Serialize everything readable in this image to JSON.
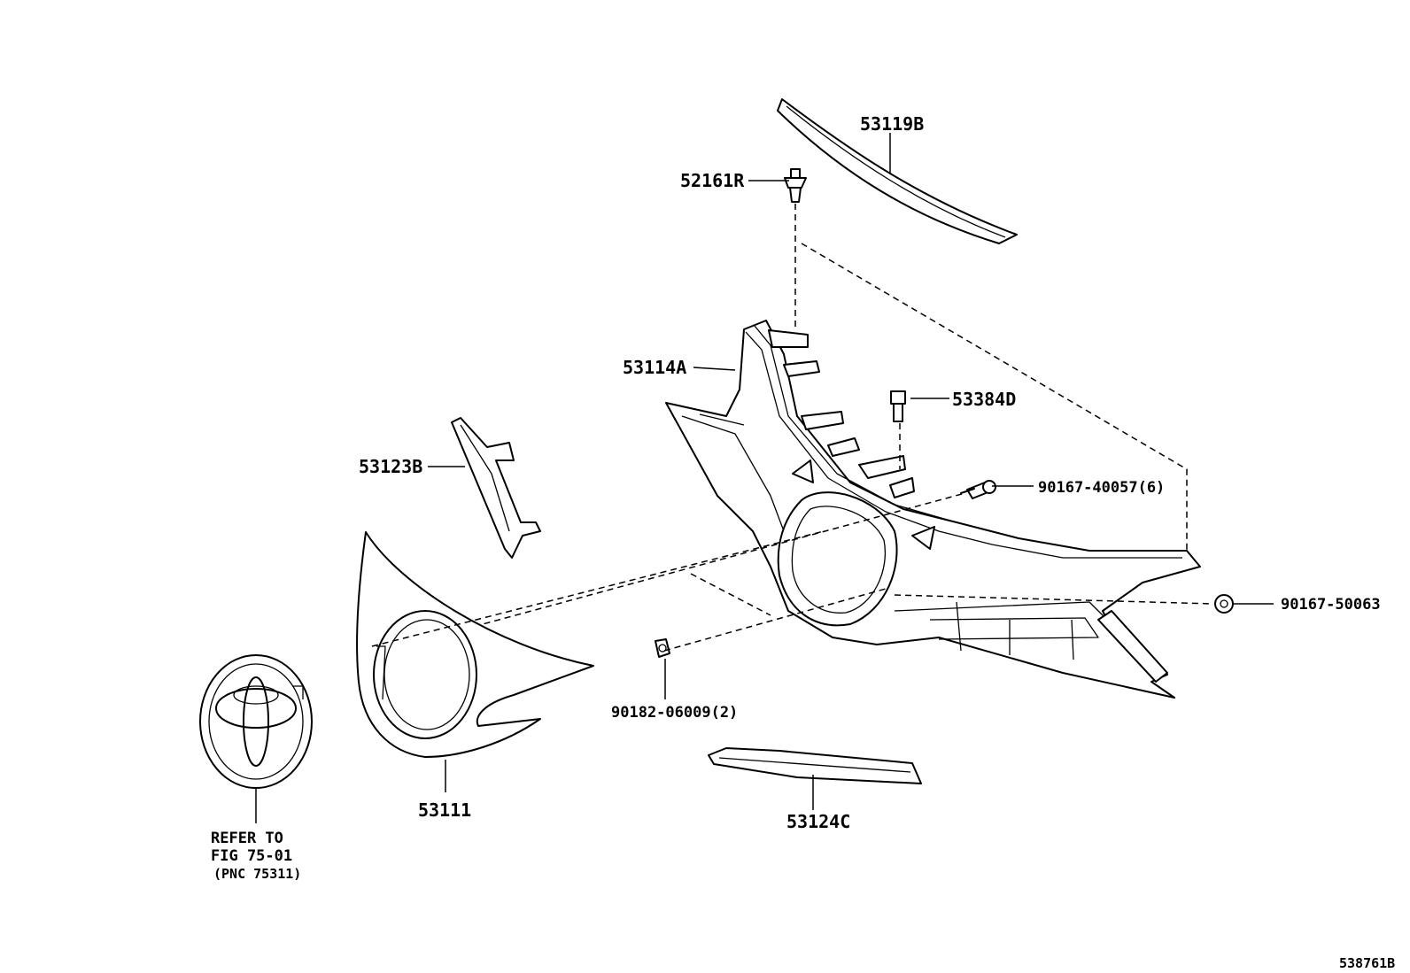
{
  "labels": {
    "p53119B": "53119B",
    "p52161R": "52161R",
    "p53114A": "53114A",
    "p53384D": "53384D",
    "p53123B": "53123B",
    "p90167_40057": "90167-40057(6)",
    "p90167_50063": "90167-50063",
    "p90182_06009": "90182-06009(2)",
    "p53111": "53111",
    "p53124C": "53124C",
    "refer_line1": "REFER TO",
    "refer_line2": "FIG 75-01",
    "refer_line3": "(PNC 75311)",
    "figure_id": "538761B"
  }
}
